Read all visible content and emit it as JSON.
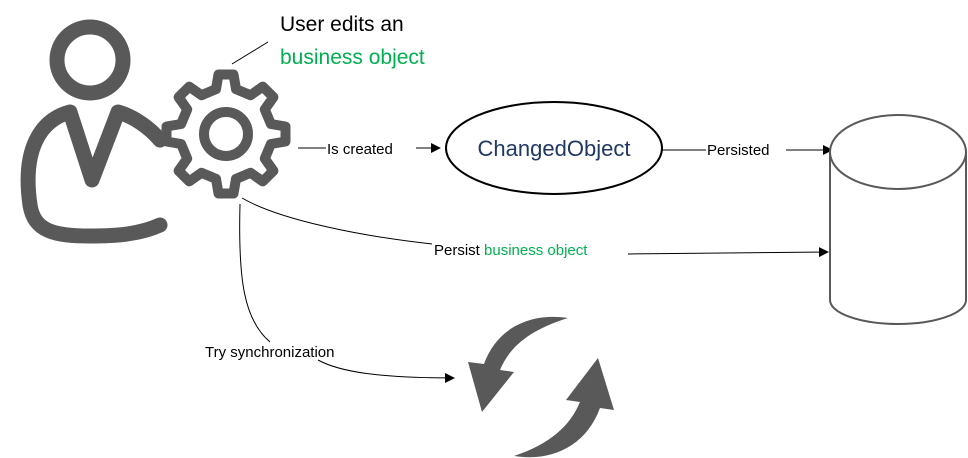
{
  "annotation": {
    "line1": "User edits an",
    "line2": "business object"
  },
  "node": {
    "label": "ChangedObject"
  },
  "edges": {
    "created": "Is created",
    "persisted": "Persisted",
    "persist_prefix": "Persist ",
    "persist_object": "business object",
    "sync": "Try synchronization"
  },
  "icons": {
    "user": "user-icon",
    "gear": "gear-icon",
    "database": "database-icon",
    "sync": "sync-icon"
  },
  "colors": {
    "icon_gray": "#595959",
    "highlight_green": "#00b050",
    "node_text_navy": "#1f3864",
    "line": "#000000"
  }
}
